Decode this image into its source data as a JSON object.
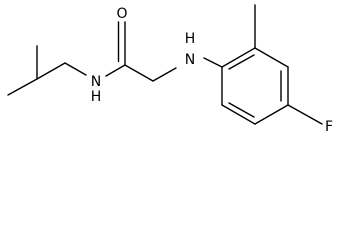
{
  "molecule": {
    "atoms": {
      "carbonyl_oxygen": "O",
      "amide_nitrogen": "N",
      "amide_hydrogen": "H",
      "amine_nitrogen": "N",
      "amine_hydrogen": "H",
      "fluorine": "F"
    },
    "colors": {
      "bond": "#000000",
      "label": "#000000",
      "background": "#ffffff"
    }
  }
}
